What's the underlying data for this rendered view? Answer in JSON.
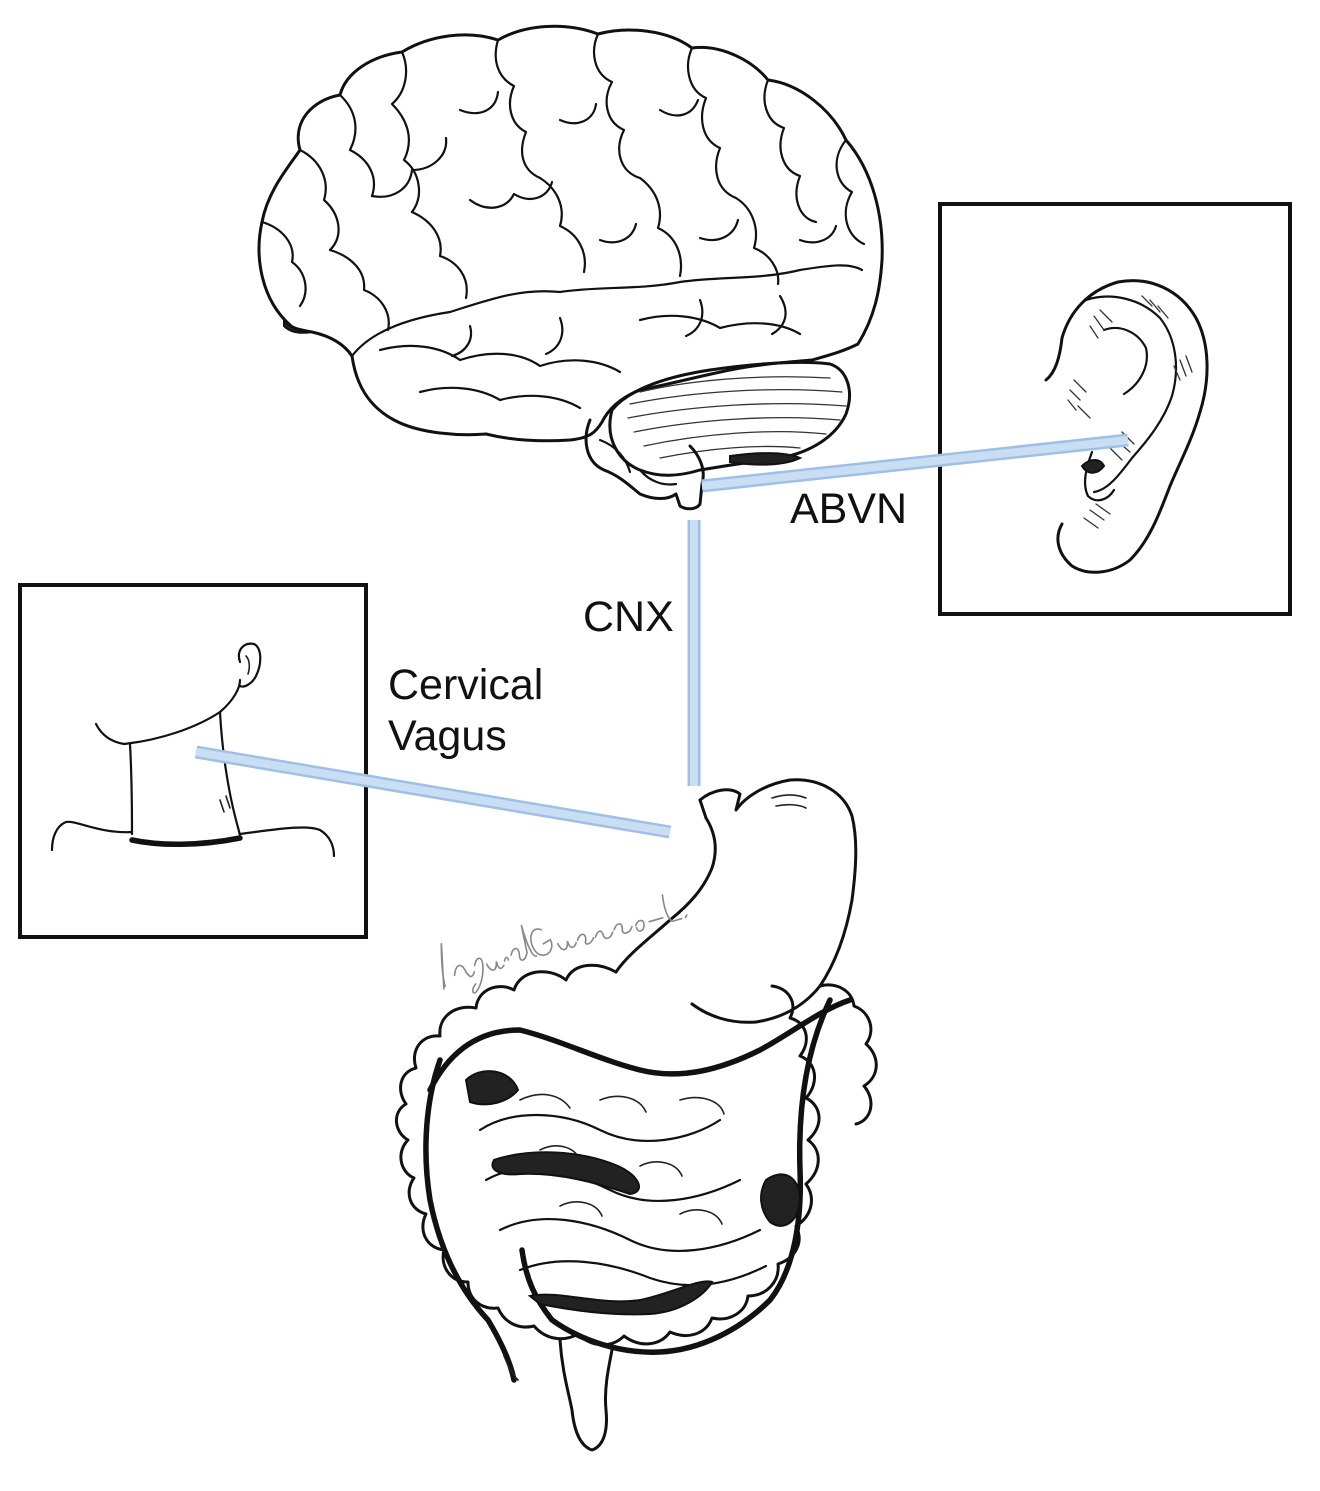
{
  "labels": {
    "abvn": "ABVN",
    "cnx": "CNX",
    "cervical_vagus": [
      "Cervical",
      "Vagus"
    ]
  },
  "signature": "Ingrid Guerrero-L.",
  "colors": {
    "nerve": "#b9d3ee",
    "nerve_edge": "#9fc0e6",
    "ink": "#111111",
    "background": "#ffffff"
  }
}
